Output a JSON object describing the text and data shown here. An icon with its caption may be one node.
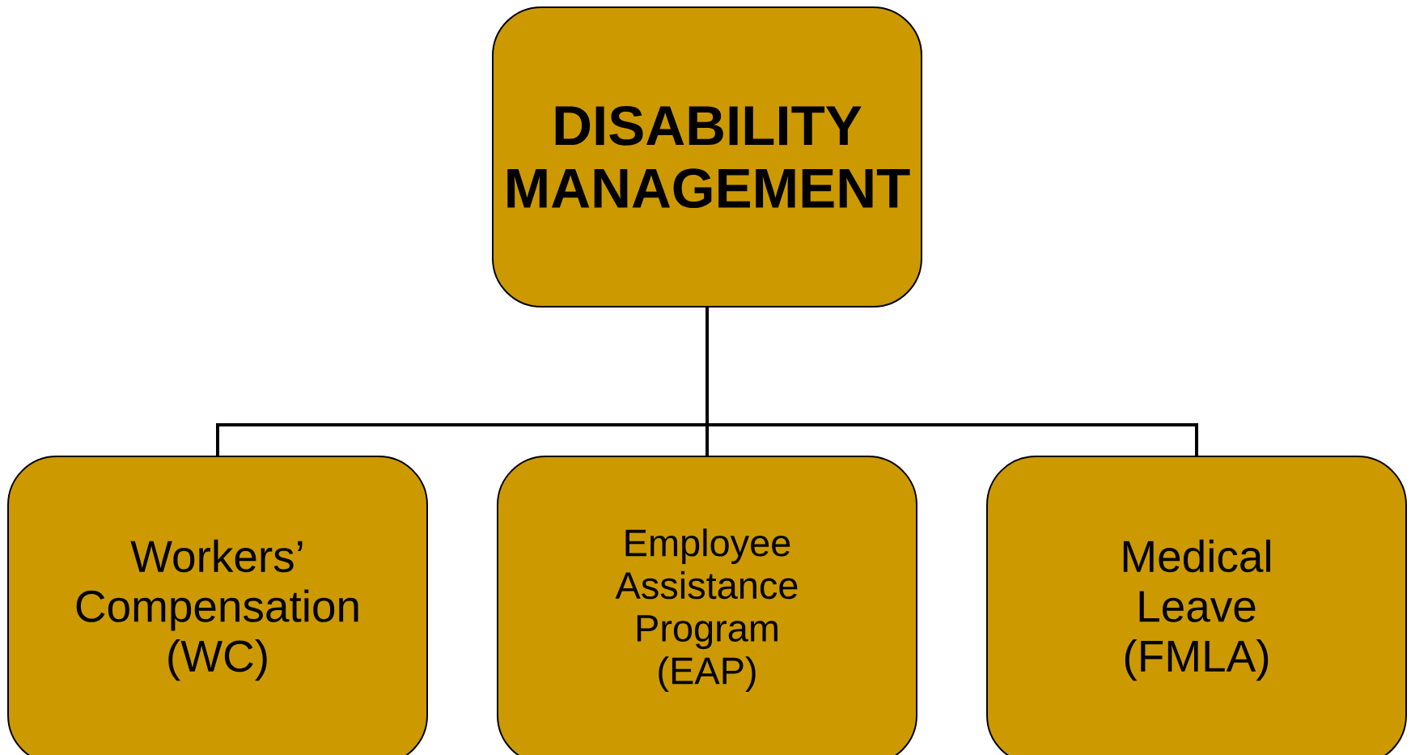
{
  "diagram": {
    "nodes": [
      {
        "text": [
          "DISABILITY MANAGEMENT"
        ]
      },
      {
        "text": [
          "Workers’ Compensation (WC)"
        ]
      },
      {
        "text": [
          "Employee Assistance Program (EAP)"
        ]
      },
      {
        "text": [
          "Medical Leave (FMLA)"
        ]
      }
    ],
    "edges": [
      {
        "from": 0,
        "to": 1,
        "arrow": "none"
      },
      {
        "from": 0,
        "to": 2,
        "arrow": "none"
      },
      {
        "from": 0,
        "to": 3,
        "arrow": "none"
      }
    ]
  }
}
